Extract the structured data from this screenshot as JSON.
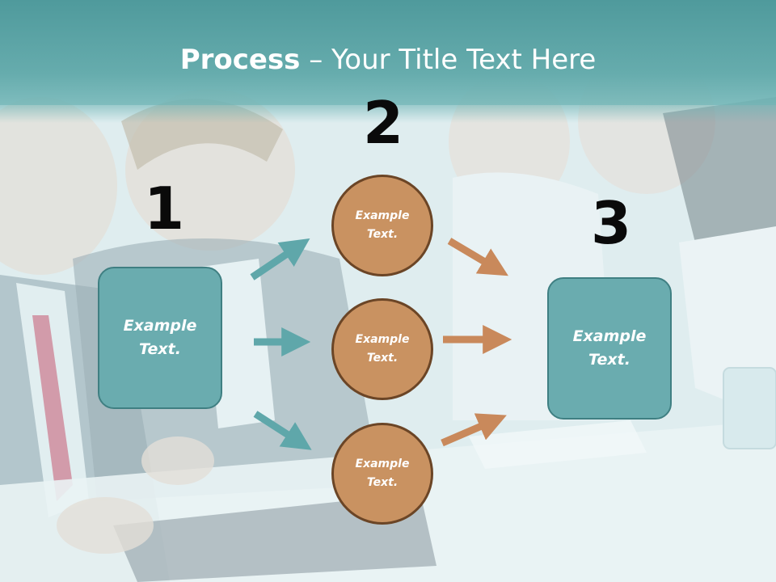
{
  "title": {
    "bold": "Process",
    "rest": " – Your Title Text Here"
  },
  "numbers": {
    "one": "1",
    "two": "2",
    "three": "3"
  },
  "left_box": {
    "line1": "Example",
    "line2": "Text."
  },
  "right_box": {
    "line1": "Example",
    "line2": "Text."
  },
  "circles": [
    {
      "line1": "Example",
      "line2": "Text."
    },
    {
      "line1": "Example",
      "line2": "Text."
    },
    {
      "line1": "Example",
      "line2": "Text."
    }
  ],
  "colors": {
    "teal": "#6aacaf",
    "orange": "#c99261",
    "teal_arrow": "#5fa7aa",
    "orange_arrow": "#c9895b"
  }
}
